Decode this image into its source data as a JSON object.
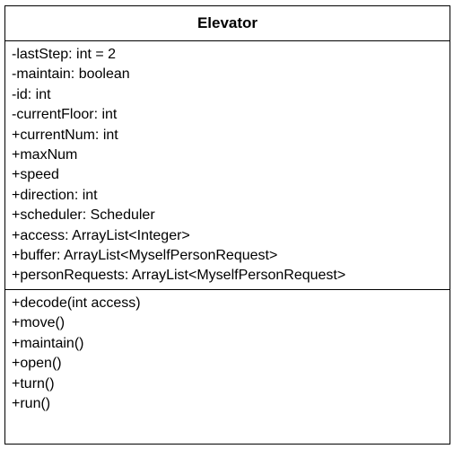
{
  "class_name": "Elevator",
  "attributes": [
    "-lastStep: int = 2",
    "-maintain: boolean",
    "-id: int",
    "-currentFloor: int",
    "+currentNum: int",
    "+maxNum",
    "+speed",
    "+direction: int",
    "+scheduler: Scheduler",
    "+access: ArrayList<Integer>",
    "+buffer: ArrayList<MyselfPersonRequest>",
    "+personRequests: ArrayList<MyselfPersonRequest>"
  ],
  "operations": [
    "+decode(int access)",
    "+move()",
    "+maintain()",
    "+open()",
    "+turn()",
    "+run()"
  ]
}
